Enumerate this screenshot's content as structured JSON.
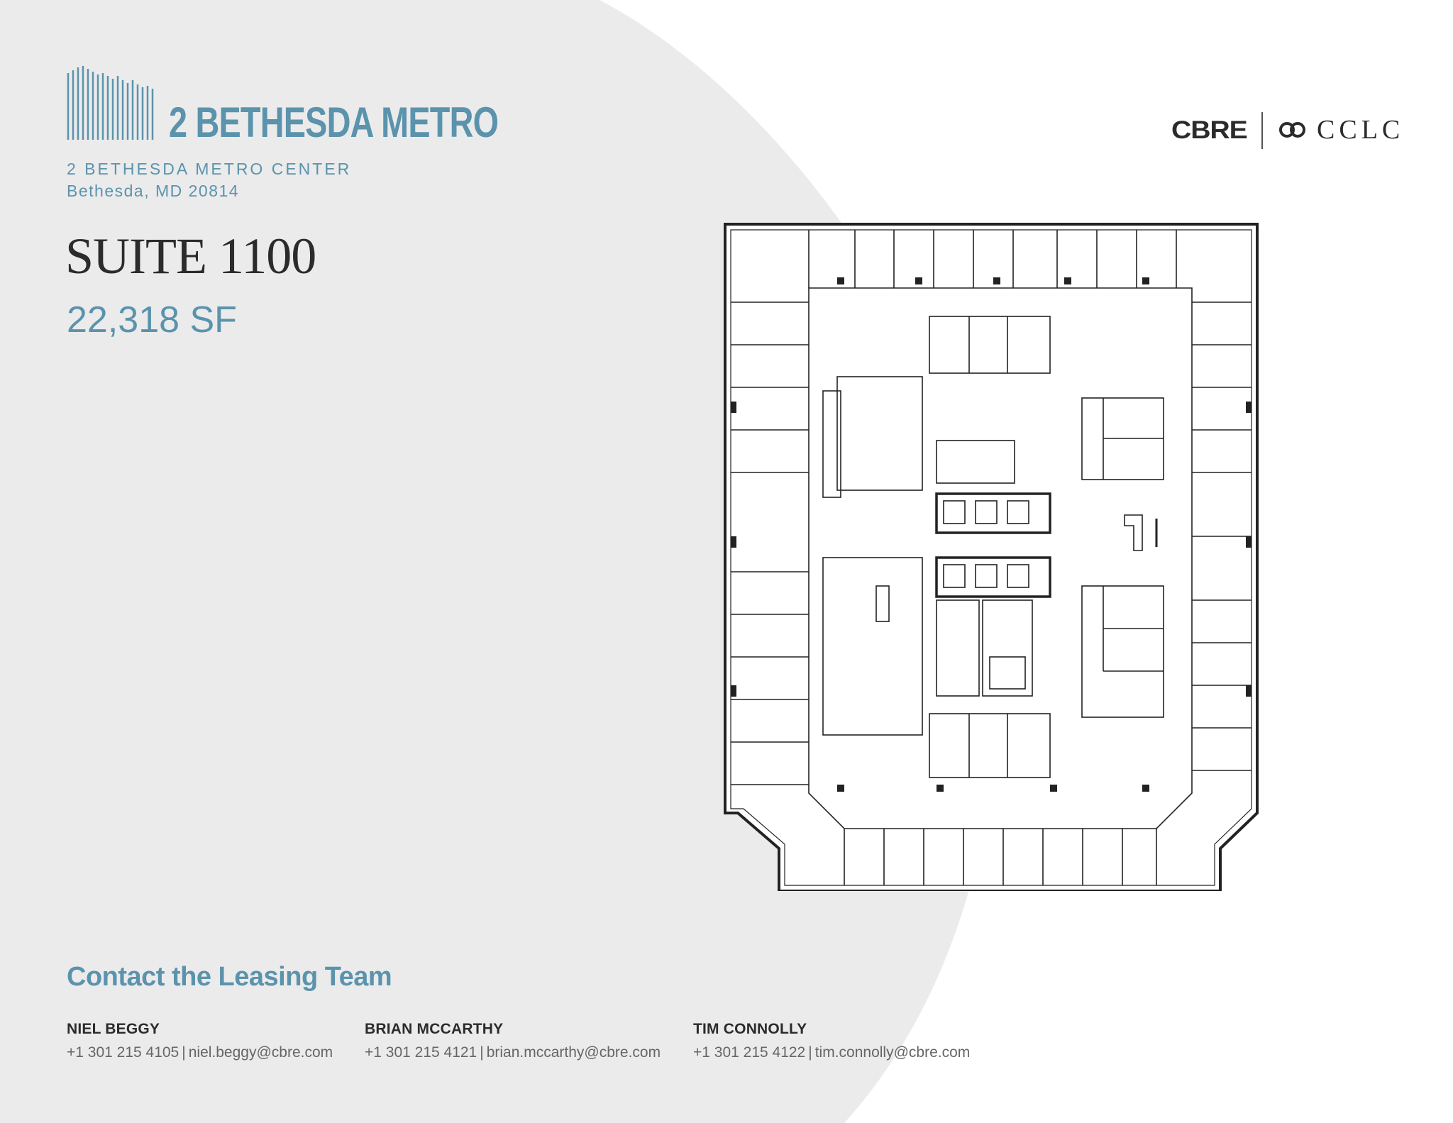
{
  "header": {
    "logo_name": "2 BETHESDA METRO",
    "address_line1": "2 BETHESDA METRO CENTER",
    "address_line2": "Bethesda, MD 20814"
  },
  "suite": {
    "title": "SUITE 1100",
    "area": "22,318 SF"
  },
  "brands": {
    "cbre": "CBRE",
    "cclc": "CCLC"
  },
  "colors": {
    "accent": "#5b93ad",
    "background_shape": "#ebebeb",
    "text_dark": "#2b2b2b",
    "text_muted": "#666666"
  },
  "contact": {
    "heading": "Contact the Leasing Team",
    "people": [
      {
        "name": "NIEL BEGGY",
        "phone": "+1 301 215 4105",
        "email": "niel.beggy@cbre.com"
      },
      {
        "name": "BRIAN MCCARTHY",
        "phone": "+1 301 215 4121",
        "email": "brian.mccarthy@cbre.com"
      },
      {
        "name": "TIM CONNOLLY",
        "phone": "+1 301 215 4122",
        "email": "tim.connolly@cbre.com"
      }
    ]
  }
}
